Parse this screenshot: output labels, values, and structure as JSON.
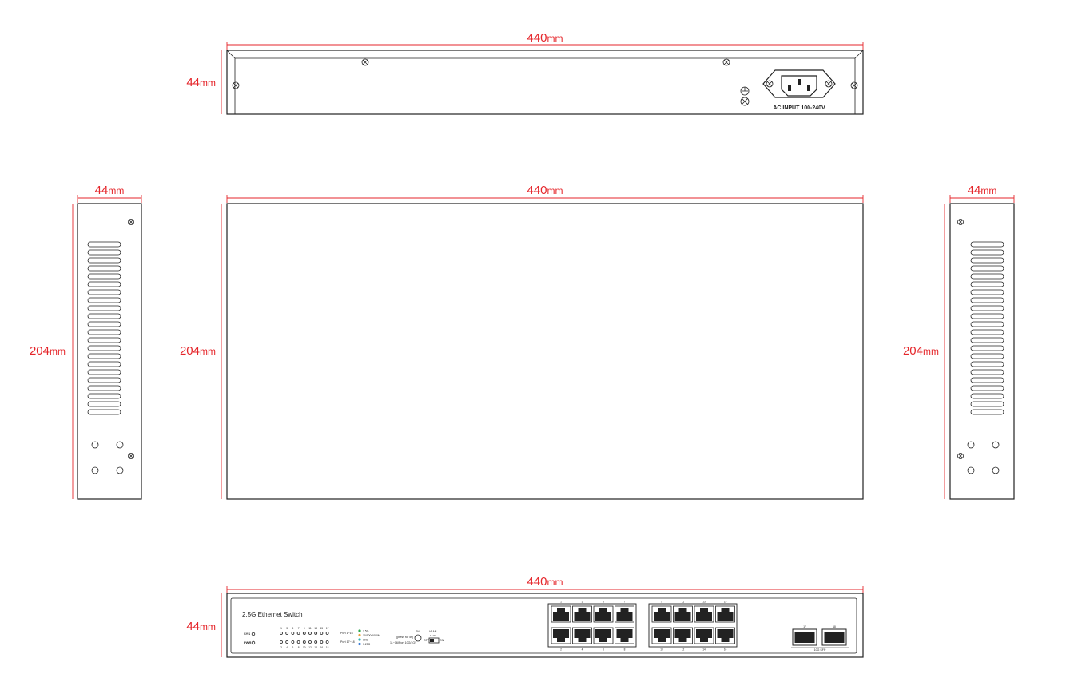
{
  "dimensions": {
    "rear_width": "440",
    "rear_height": "44",
    "top_width": "440",
    "top_depth": "204",
    "left_width": "44",
    "left_depth": "204",
    "right_width": "44",
    "right_depth": "204",
    "front_width": "440",
    "front_height": "44",
    "unit": "mm"
  },
  "rear_panel": {
    "power_label": "AC INPUT 100-240V"
  },
  "front_panel": {
    "title": "2.5G Ethernet Switch",
    "sys_label": "SYS",
    "pwr_label": "PWR",
    "led_numbers_top": [
      "1",
      "3",
      "5",
      "7",
      "9",
      "11",
      "13",
      "15",
      "17"
    ],
    "led_numbers_bottom": [
      "2",
      "4",
      "6",
      "8",
      "10",
      "12",
      "14",
      "16",
      "18"
    ],
    "legend_port_a": "Port 1~16",
    "legend_port_b": "Port 17~18",
    "legend_items": [
      "2.5G",
      "10/100/1000M",
      "10G",
      "1.25G"
    ],
    "reset_hint": "(press for 5s)",
    "reset_label": "SW",
    "mode_label": "11~16(Port 10G/1G)",
    "vlan_label": "VLAN",
    "vlan_sub": "1~16",
    "off_label": "OFF",
    "on_label": "ON",
    "top_port_labels": [
      "1",
      "3",
      "5",
      "7",
      "9",
      "11",
      "13",
      "15"
    ],
    "bottom_port_labels": [
      "2",
      "4",
      "6",
      "8",
      "10",
      "12",
      "14",
      "16"
    ],
    "sfp_labels": [
      "17",
      "18"
    ],
    "sfp_caption": "10G SFP"
  },
  "colors": {
    "dimension": "#e5262b",
    "outline": "#222222",
    "led_green": "#2aa84a",
    "led_amber": "#e6a23c",
    "led_teal": "#2fb2b0",
    "led_blue": "#3a7bd5"
  }
}
